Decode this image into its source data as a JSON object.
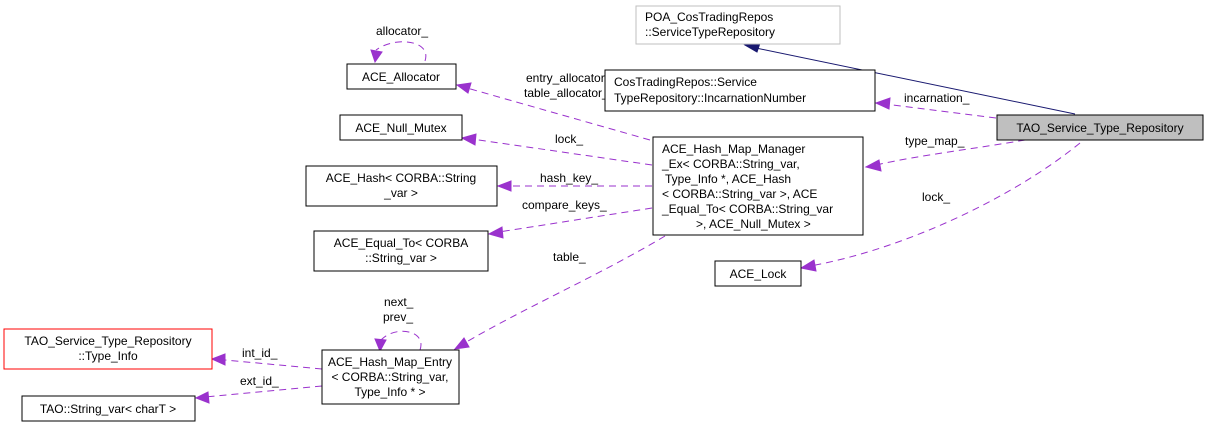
{
  "diagram": {
    "title": "Collaboration diagram for TAO_Service_Type_Repository",
    "colors": {
      "member_edge": "#9a32cd",
      "inherit_edge": "#191970",
      "main_fill": "#bfbfbf",
      "base_border": "#bfbfbf",
      "undocumented_border": "#ff0000"
    },
    "nodes": {
      "main": {
        "lines": [
          "TAO_Service_Type_Repository"
        ]
      },
      "poa": {
        "lines": [
          "POA_CosTradingRepos",
          "::ServiceTypeRepository"
        ]
      },
      "incarnation": {
        "lines": [
          "CosTradingRepos::Service",
          "TypeRepository::IncarnationNumber"
        ]
      },
      "allocator": {
        "lines": [
          "ACE_Allocator"
        ]
      },
      "null_mutex": {
        "lines": [
          "ACE_Null_Mutex"
        ]
      },
      "hash": {
        "lines": [
          "ACE_Hash< CORBA::String",
          "_var >"
        ]
      },
      "equal_to": {
        "lines": [
          "ACE_Equal_To< CORBA",
          "::String_var >"
        ]
      },
      "map_manager": {
        "lines": [
          "ACE_Hash_Map_Manager",
          "_Ex< CORBA::String_var,",
          "Type_Info *, ACE_Hash",
          "< CORBA::String_var >, ACE",
          "_Equal_To< CORBA::String_var",
          ">, ACE_Null_Mutex >"
        ]
      },
      "lock": {
        "lines": [
          "ACE_Lock"
        ]
      },
      "type_info": {
        "lines": [
          "TAO_Service_Type_Repository",
          "::Type_Info"
        ]
      },
      "string_var": {
        "lines": [
          "TAO::String_var< charT >"
        ]
      },
      "map_entry": {
        "lines": [
          "ACE_Hash_Map_Entry",
          "< CORBA::String_var,",
          "Type_Info * >"
        ]
      }
    },
    "edges": {
      "inherit": {
        "label": ""
      },
      "incarnation": {
        "label": "incarnation_"
      },
      "type_map": {
        "label": "type_map_"
      },
      "lock_main": {
        "label": "lock_"
      },
      "allocator_self": {
        "label": "allocator_"
      },
      "allocators": {
        "lines": [
          "entry_allocator_",
          "table_allocator_"
        ]
      },
      "lock_mgr": {
        "label": "lock_"
      },
      "hash_key": {
        "label": "hash_key_"
      },
      "compare_keys": {
        "label": "compare_keys_"
      },
      "table": {
        "label": "table_"
      },
      "next_prev": {
        "lines": [
          "next_",
          "prev_"
        ]
      },
      "int_id": {
        "label": "int_id_"
      },
      "ext_id": {
        "label": "ext_id_"
      }
    }
  }
}
